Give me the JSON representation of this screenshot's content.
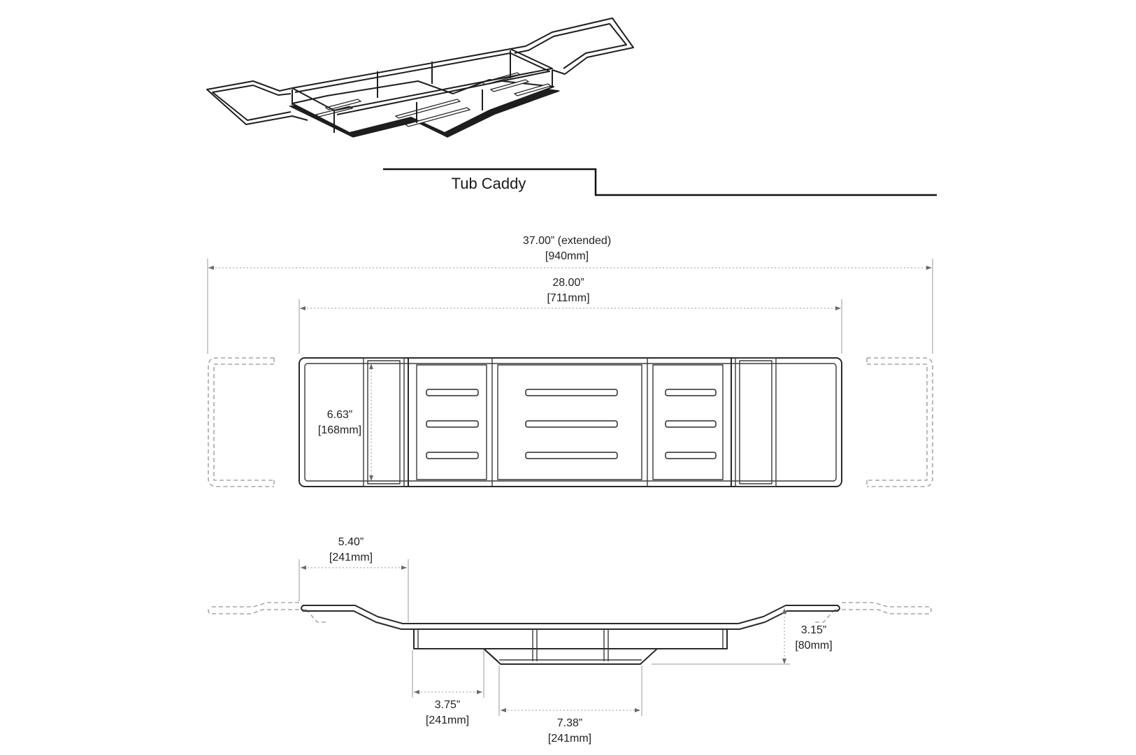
{
  "title": "Tub Caddy",
  "dimensions": {
    "overall_extended": {
      "value": "37.00” (extended)",
      "metric": "[940mm]"
    },
    "overall": {
      "value": "28.00”",
      "metric": "[711mm]"
    },
    "width": {
      "value": "6.63”",
      "metric": "[168mm]"
    },
    "arm_length": {
      "value": "5.40”",
      "metric": "[241mm]"
    },
    "depth": {
      "value": "3.15”",
      "metric": "[80mm]"
    },
    "side_tray": {
      "value": "3.75”",
      "metric": "[241mm]"
    },
    "center_tray": {
      "value": "7.38”",
      "metric": "[241mm]"
    }
  }
}
